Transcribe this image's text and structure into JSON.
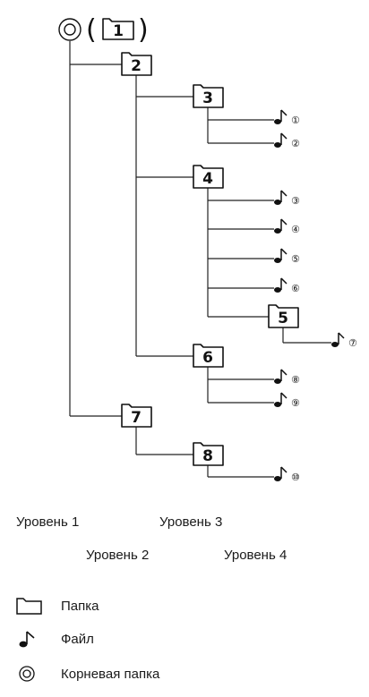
{
  "root_number": "1",
  "folders": [
    {
      "id": "2",
      "label": "2"
    },
    {
      "id": "3",
      "label": "3"
    },
    {
      "id": "4",
      "label": "4"
    },
    {
      "id": "5",
      "label": "5"
    },
    {
      "id": "6",
      "label": "6"
    },
    {
      "id": "7",
      "label": "7"
    },
    {
      "id": "8",
      "label": "8"
    }
  ],
  "files": [
    {
      "id": "1",
      "label": "①"
    },
    {
      "id": "2",
      "label": "②"
    },
    {
      "id": "3",
      "label": "③"
    },
    {
      "id": "4",
      "label": "④"
    },
    {
      "id": "5",
      "label": "⑤"
    },
    {
      "id": "6",
      "label": "⑥"
    },
    {
      "id": "7",
      "label": "⑦"
    },
    {
      "id": "8",
      "label": "⑧"
    },
    {
      "id": "9",
      "label": "⑨"
    },
    {
      "id": "10",
      "label": "⑩"
    }
  ],
  "levels": {
    "level1": "Уровень 1",
    "level2": "Уровень 2",
    "level3": "Уровень 3",
    "level4": "Уровень 4"
  },
  "legend": {
    "folder": "Папка",
    "file": "Файл",
    "root": "Корневая папка"
  },
  "icons": [
    "root-folder-icon",
    "folder-icon",
    "music-note-icon"
  ]
}
